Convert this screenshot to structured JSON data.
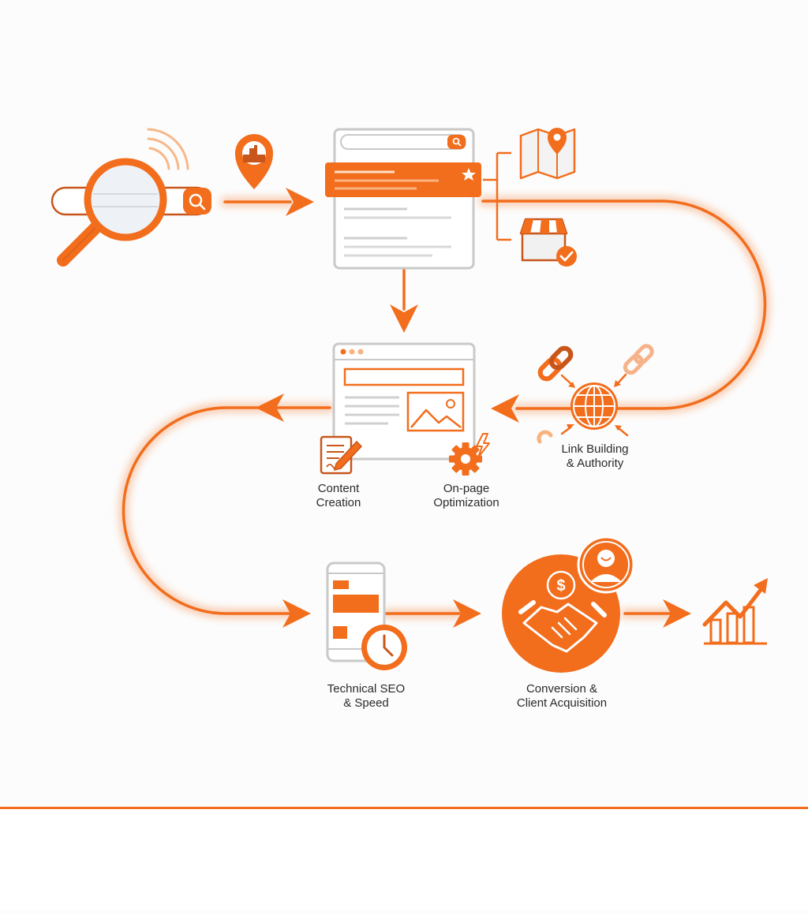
{
  "colors": {
    "accent": "#f26d1c",
    "accent_dark": "#c8561a",
    "accent_light": "#f9b37f",
    "gray_frame": "#c9c9c9",
    "gray_fill": "#f1f1f1",
    "text": "#2a2a2a"
  },
  "labels": {
    "link_building": [
      "Link Building",
      "& Authority"
    ],
    "content_creation": [
      "Content",
      "Creation"
    ],
    "onpage_optimization": [
      "On-page",
      "Optimization"
    ],
    "technical_seo": [
      "Technical SEO",
      "& Speed"
    ],
    "conversion": [
      "Conversion &",
      "Client Acquisition"
    ]
  },
  "icons": [
    "magnifier-search-icon",
    "signal-waves-icon",
    "location-pin-icon",
    "search-results-page-icon",
    "map-icon",
    "storefront-icon",
    "link-chain-icon",
    "globe-icon",
    "webpage-layout-icon",
    "document-pen-icon",
    "gear-bolt-icon",
    "mobile-phone-icon",
    "clock-icon",
    "handshake-dollar-icon",
    "user-avatar-icon",
    "growth-chart-icon"
  ]
}
